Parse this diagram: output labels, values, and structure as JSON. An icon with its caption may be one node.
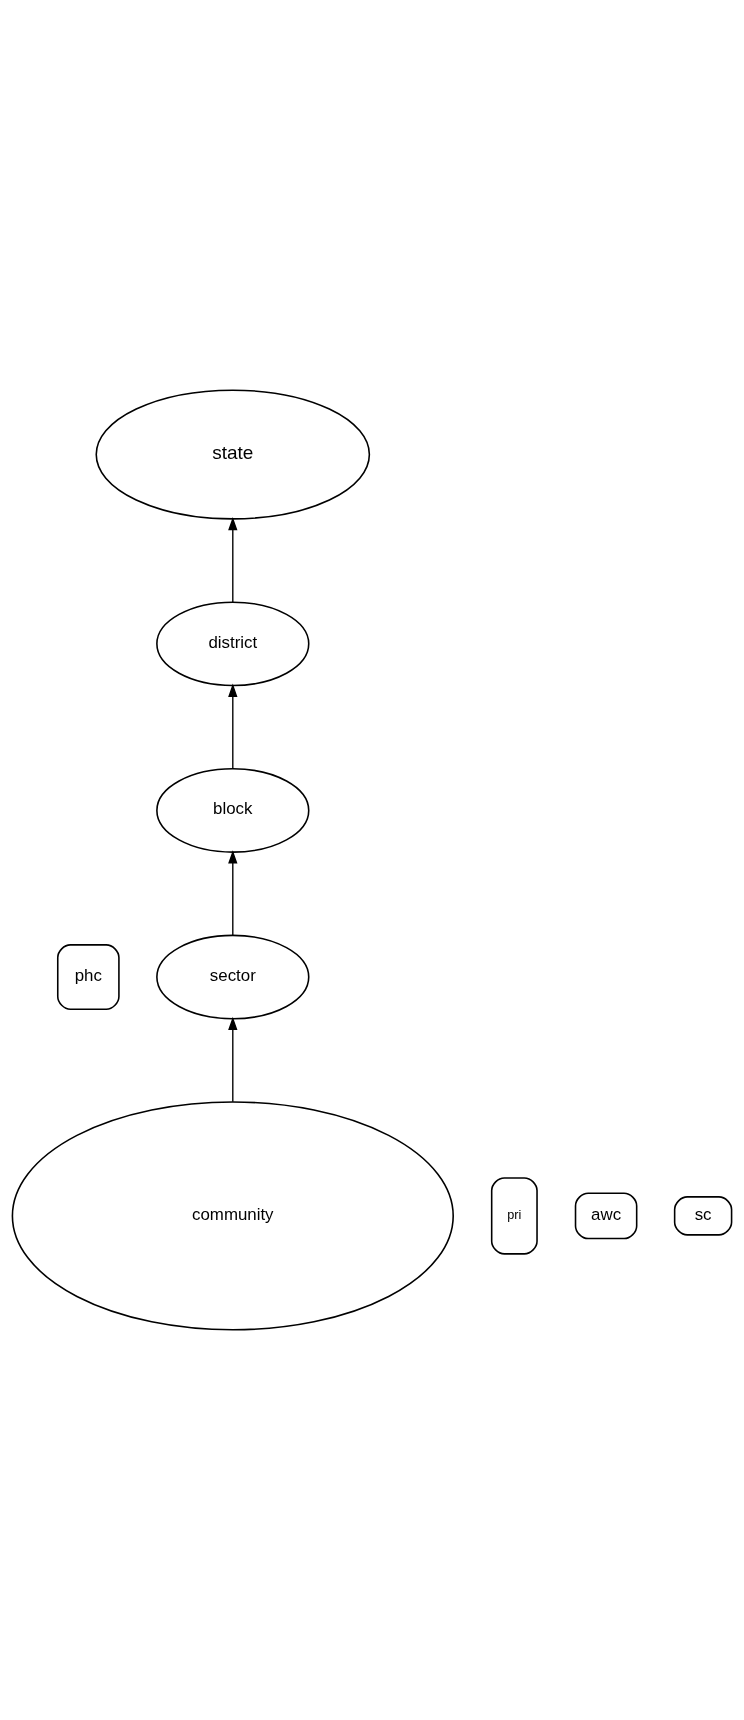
{
  "diagram": {
    "nodes": [
      {
        "text": [
          "state"
        ]
      },
      {
        "text": [
          "district"
        ]
      },
      {
        "text": [
          "block"
        ]
      },
      {
        "text": [
          "phc"
        ]
      },
      {
        "text": [
          "sector"
        ]
      },
      {
        "text": [
          "pri"
        ]
      },
      {
        "text": [
          "awc"
        ]
      },
      {
        "text": [
          "sc"
        ]
      },
      {
        "text": [
          "community"
        ]
      }
    ],
    "edges": [
      {
        "from": 1,
        "to": 0,
        "arrow": "to"
      },
      {
        "from": 2,
        "to": 1,
        "arrow": "to"
      },
      {
        "from": 4,
        "to": 2,
        "arrow": "to"
      },
      {
        "from": 8,
        "to": 4,
        "arrow": "to"
      }
    ]
  }
}
